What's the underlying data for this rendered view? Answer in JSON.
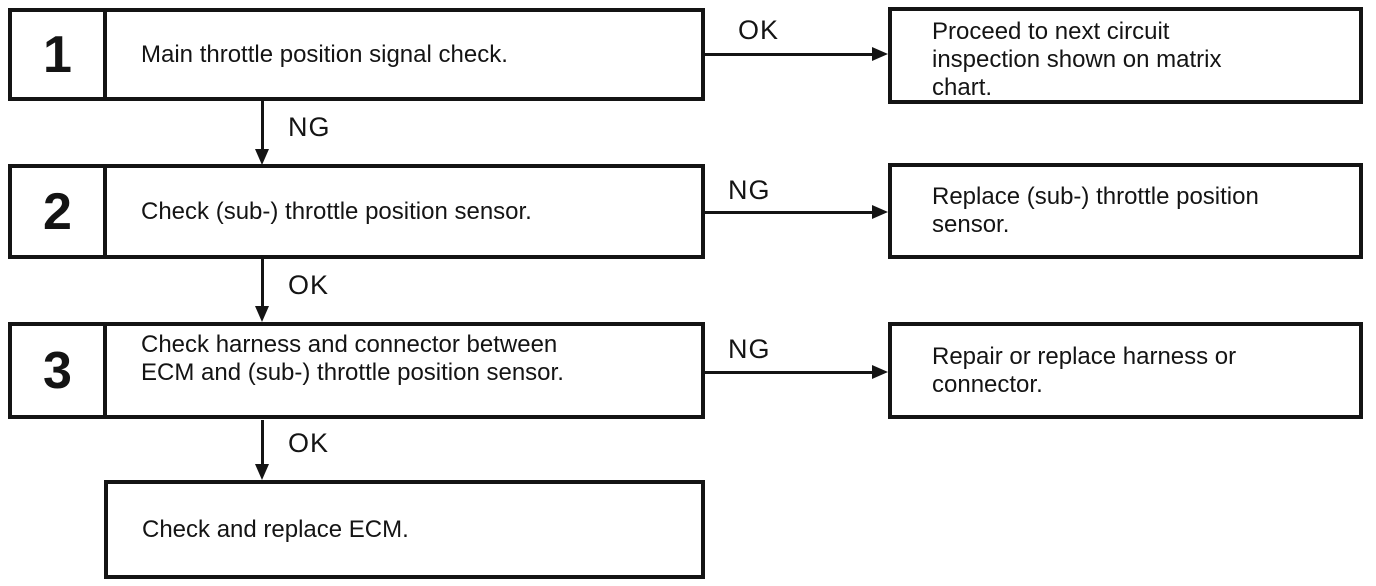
{
  "flowchart": {
    "steps": [
      {
        "number": "1",
        "label": "Main throttle position signal check.",
        "side_arrow_label": "OK",
        "side_result": "Proceed to next circuit\ninspection shown on matrix\nchart.",
        "down_arrow_label": "NG"
      },
      {
        "number": "2",
        "label": "Check (sub-) throttle position sensor.",
        "side_arrow_label": "NG",
        "side_result": "Replace (sub-) throttle position\nsensor.",
        "down_arrow_label": "OK"
      },
      {
        "number": "3",
        "label": "Check harness and connector between\nECM and (sub-) throttle position sensor.",
        "side_arrow_label": "NG",
        "side_result": "Repair or replace harness or\nconnector.",
        "down_arrow_label": "OK"
      }
    ],
    "final_step": {
      "label": "Check and replace ECM."
    },
    "colors": {
      "ink": "#141414",
      "background": "#ffffff"
    }
  }
}
